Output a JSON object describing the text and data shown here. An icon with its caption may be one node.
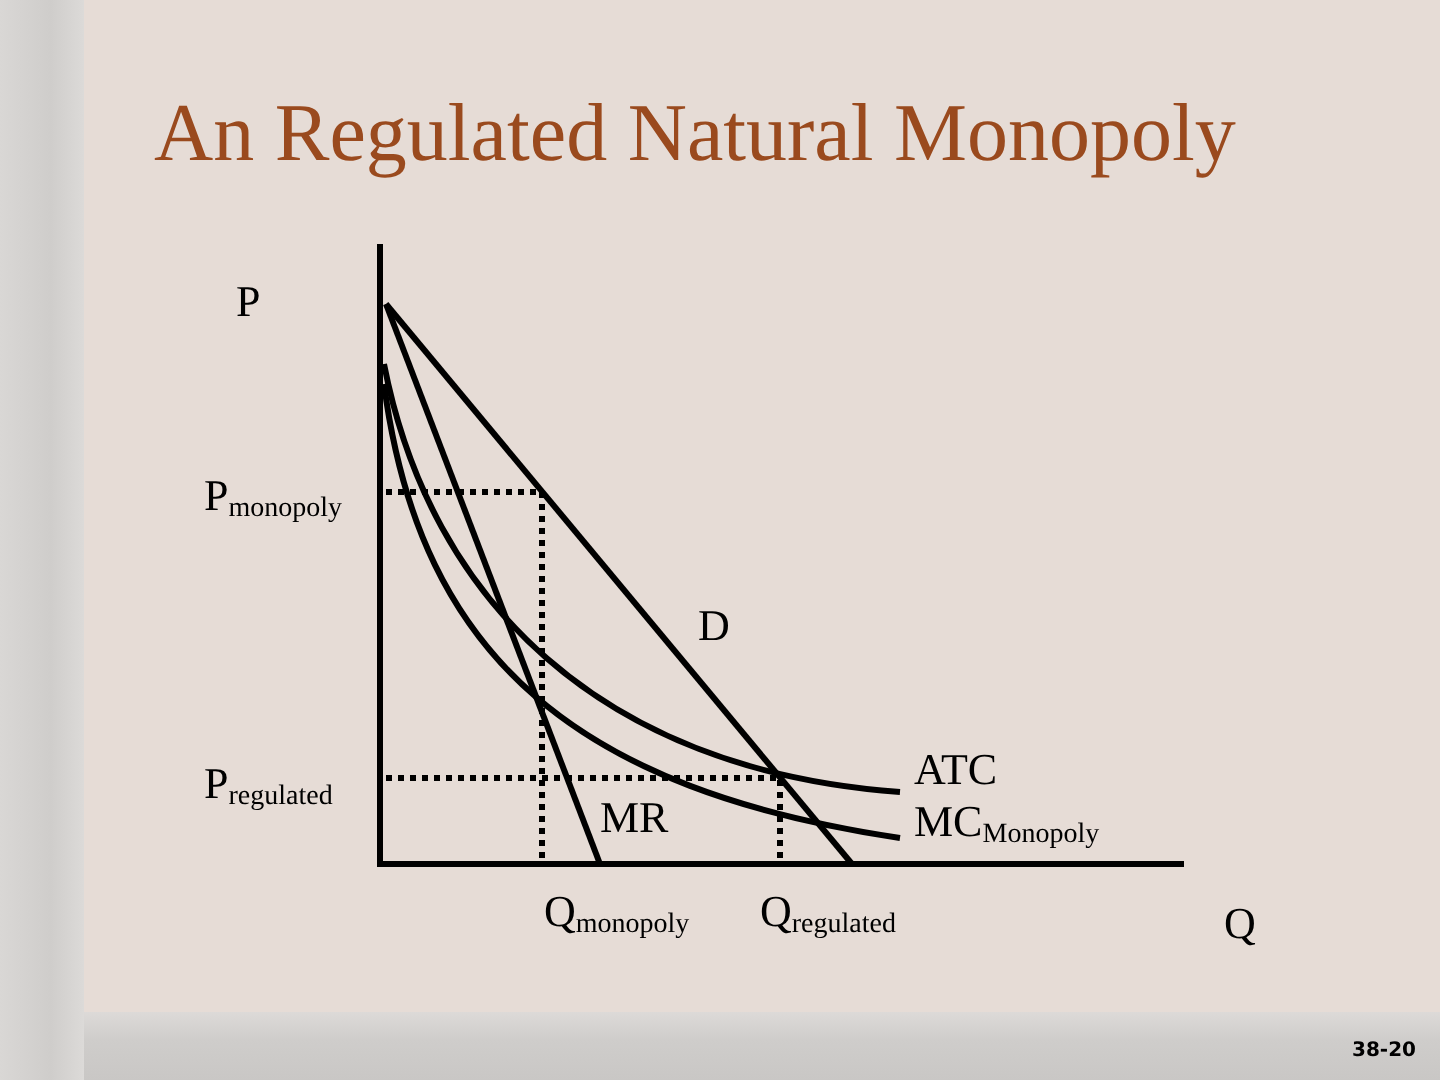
{
  "diagram": {
    "title": "An Regulated Natural Monopoly",
    "labels": [
      "P",
      "P$_{monopoly}$",
      "D",
      "P$_{regulated}$",
      "ATC",
      "MR",
      "MC$_{Monopoly}$",
      "Q$_{monopoly}$",
      "Q$_{regulated}$",
      "Q",
      "38-20"
    ]
  }
}
